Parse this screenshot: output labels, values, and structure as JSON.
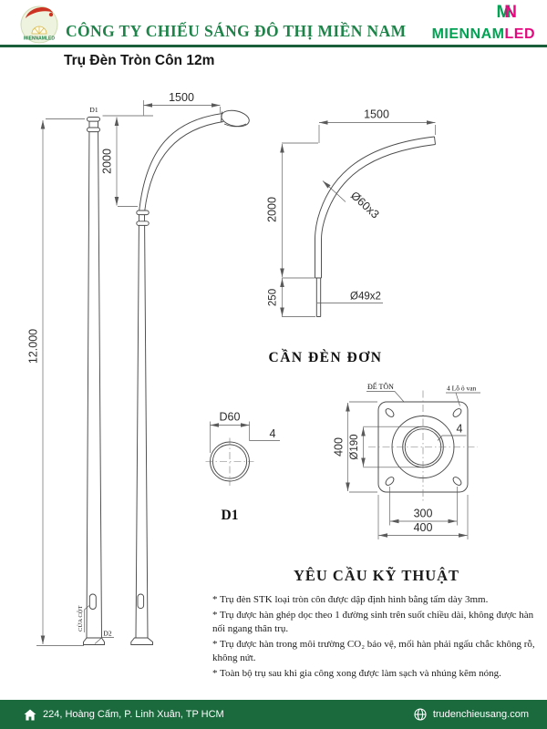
{
  "header": {
    "company_name": "CÔNG TY CHIẾU SÁNG ĐÔ THỊ MIỀN NAM",
    "logo_text": "MIENNAMLED",
    "brand": {
      "part1": "MIENNAM",
      "part2": "LED",
      "monogram_m": "M",
      "monogram_n": "N"
    }
  },
  "title": "Trụ Đèn Tròn Côn 12m",
  "drawings": {
    "pole_view": {
      "top_label": "D1",
      "height": "12.000",
      "door_label": "CỬA CỘT",
      "base_label": "D2"
    },
    "pole_with_arm": {
      "reach": "1500",
      "rise": "2000"
    },
    "arm_detail": {
      "reach": "1500",
      "rise": "2000",
      "insert": "250",
      "arm_pipe": "Ø60x3",
      "insert_pipe": "Ø49x2",
      "caption": "CẦN ĐÈN ĐƠN"
    },
    "section_d1": {
      "diameter": "D60",
      "thickness": "4",
      "caption": "D1"
    },
    "base_plate": {
      "plate_label": "ĐẾ TÔN",
      "holes_label": "4 Lỗ ô van",
      "side_v": "400",
      "pole_diameter": "Ø190",
      "thickness": "4",
      "hole_spacing": "300",
      "side_h": "400"
    }
  },
  "specs": {
    "title": "YÊU CẦU KỸ THUẬT",
    "items": [
      "*  Trụ đèn STK loại tròn côn được dập định hình bằng tấm dày 3mm.",
      "* Trụ được hàn ghép dọc theo 1 đường sinh trên suốt chiều dài, không được hàn nối ngang thân trụ.",
      "* Trụ được hàn trong môi trường CO₂ bảo vệ, mối hàn phải ngấu chắc không rỗ, không nứt.",
      "*  Toàn bộ trụ sau khi gia công xong được làm sạch và nhúng kẽm nóng."
    ]
  },
  "footer": {
    "address": "224, Hoàng Cấm, P. Linh Xuân, TP HCM",
    "website": "trudenchieusang.com"
  },
  "colors": {
    "brand_green": "#00a253",
    "brand_magenta": "#e3097e",
    "company_green": "#1e8449",
    "footer_green": "#1a6a3e"
  }
}
